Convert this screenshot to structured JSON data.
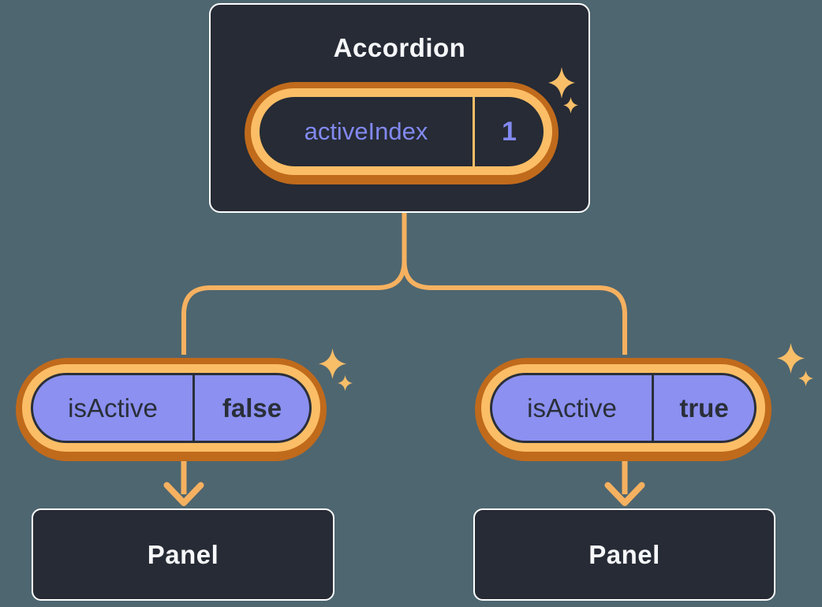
{
  "colors": {
    "bg": "#4E6670",
    "box_fill": "#262B35",
    "box_border": "#FFFFFF",
    "text_light": "#F6F7F9",
    "text_dark": "#2A2F39",
    "purple_fill": "#8B90F1",
    "purple_text": "#8289F0",
    "ring_light": "#FBBE66",
    "ring_dark": "#C06A1C",
    "connector": "#F6B160",
    "sparkle": "#F8BE68"
  },
  "icons": {
    "sparkle": "four-point-star"
  },
  "accordion": {
    "title": "Accordion",
    "state_pill": {
      "name": "activeIndex",
      "value": "1"
    }
  },
  "branches": [
    {
      "prop_pill": {
        "name": "isActive",
        "value": "false"
      },
      "panel_label": "Panel"
    },
    {
      "prop_pill": {
        "name": "isActive",
        "value": "true"
      },
      "panel_label": "Panel"
    }
  ]
}
